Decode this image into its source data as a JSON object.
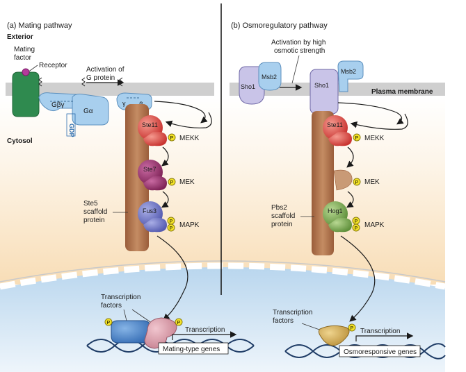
{
  "panel_a": {
    "title": "(a) Mating pathway",
    "exterior": "Exterior",
    "cytosol": "Cytosol",
    "mating_factor_1": "Mating",
    "mating_factor_2": "factor",
    "receptor": "Receptor",
    "activation_1": "Activation of",
    "activation_2": "G protein",
    "g_beta_gamma": "Gβγ",
    "g_alpha": "Gα",
    "gdp": "GDP",
    "gamma": "γ",
    "beta": "β",
    "ste11": "Ste11",
    "ste7": "Ste7",
    "fus3": "Fus3",
    "mekk": "MEKK",
    "mek": "MEK",
    "mapk": "MAPK",
    "scaffold_1": "Ste5",
    "scaffold_2": "scaffold",
    "scaffold_3": "protein",
    "tf_1": "Transcription",
    "tf_2": "factors",
    "transcription": "Transcription",
    "genes": "Mating-type genes"
  },
  "panel_b": {
    "title": "(b) Osmoregulatory pathway",
    "activation_1": "Activation by high",
    "activation_2": "osmotic strength",
    "sho1": "Sho1",
    "msb2": "Msb2",
    "plasma_membrane": "Plasma membrane",
    "ste11": "Ste11",
    "hog1": "Hog1",
    "mekk": "MEKK",
    "mek": "MEK",
    "mapk": "MAPK",
    "scaffold_1": "Pbs2",
    "scaffold_2": "scaffold",
    "scaffold_3": "protein",
    "tf_1": "Transcription",
    "tf_2": "factors",
    "transcription": "Transcription",
    "genes": "Osmoresponsive genes"
  },
  "phospho": "P",
  "colors": {
    "membrane": "#cfcfcf",
    "cytosol_top": "#fdfaf4",
    "cytosol_bottom": "#f9dfb8",
    "nucleus": "#cfe4f5",
    "scaffold": "#b57a52",
    "ste11": "#e04a48",
    "ste7": "#9c2f6e",
    "fus3": "#6d74c4",
    "hog1": "#7fae55",
    "receptor": "#2f8a4f",
    "g_protein": "#a8cfee",
    "phospho": "#f3e227",
    "tf_a_blue": "#3d7cc9",
    "tf_a_pink": "#d99aa8",
    "tf_b": "#caa04a"
  }
}
